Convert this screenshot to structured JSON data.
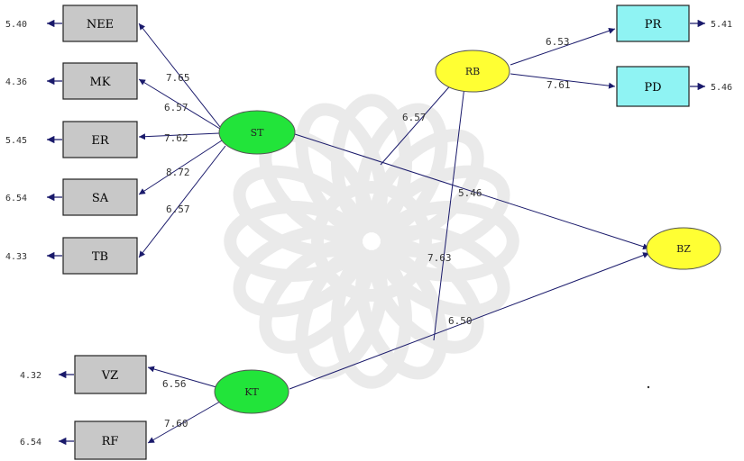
{
  "colors": {
    "indicator_gray": "#c8c8c8",
    "indicator_cyan": "#8ff3f3",
    "latent_green": "#22e43a",
    "latent_yellow": "#ffff33",
    "path_navy": "#1a1a6b",
    "watermark": "#d9d9d9"
  },
  "latents": {
    "st": {
      "label": "ST"
    },
    "rb": {
      "label": "RB"
    },
    "kt": {
      "label": "KT"
    },
    "bz": {
      "label": "BZ"
    }
  },
  "indicators": {
    "nee": {
      "label": "NEE",
      "error": "5.40",
      "loading": "7.65"
    },
    "mk": {
      "label": "MK",
      "error": "4.36",
      "loading": "6.57"
    },
    "er": {
      "label": "ER",
      "error": "5.45",
      "loading": "7.62"
    },
    "sa": {
      "label": "SA",
      "error": "6.54",
      "loading": "8.72"
    },
    "tb": {
      "label": "TB",
      "error": "4.33",
      "loading": "6.57"
    },
    "vz": {
      "label": "VZ",
      "error": "4.32",
      "loading": "6.56"
    },
    "rf": {
      "label": "RF",
      "error": "6.54",
      "loading": "7.60"
    },
    "pr": {
      "label": "PR",
      "error": "5.41",
      "loading": "6.53"
    },
    "pd": {
      "label": "PD",
      "error": "5.46",
      "loading": "7.61"
    }
  },
  "paths": {
    "st_rb": "6.57",
    "st_bz": "5.46",
    "kt_bz": "6.50",
    "kt_rb": "7.63"
  }
}
